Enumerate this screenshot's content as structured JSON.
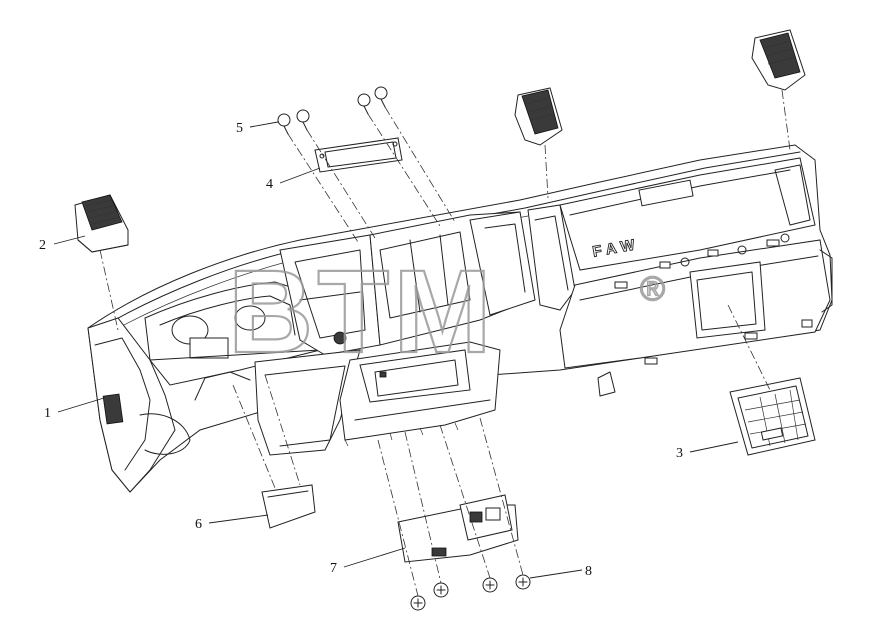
{
  "diagram": {
    "callouts": [
      {
        "label": "1"
      },
      {
        "label": "2"
      },
      {
        "label": "3"
      },
      {
        "label": "4"
      },
      {
        "label": "5"
      },
      {
        "label": "6"
      },
      {
        "label": "7"
      },
      {
        "label": "8"
      }
    ],
    "brand_text": "FAW",
    "watermark": {
      "text": "BTM",
      "mark": "®"
    },
    "line_color": "#222222",
    "watermark_color": "#9a9a9a"
  }
}
